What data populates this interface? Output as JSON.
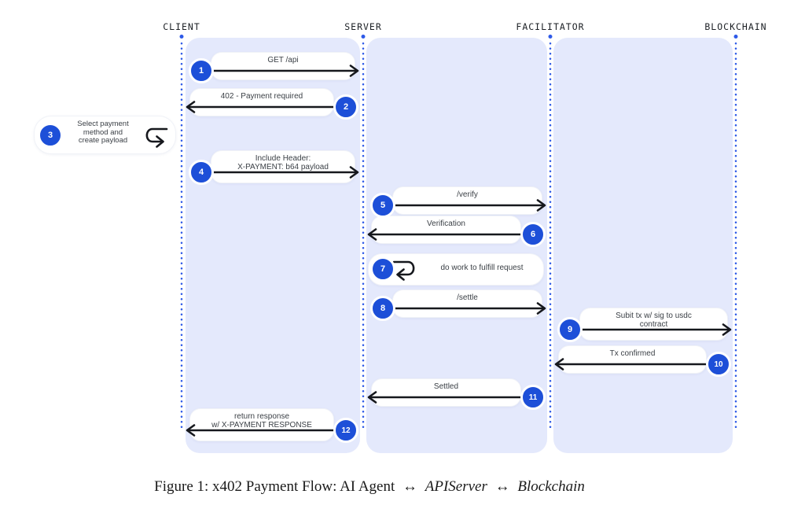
{
  "diagram": {
    "actors": [
      {
        "id": "client",
        "name": "CLIENT"
      },
      {
        "id": "server",
        "name": "SERVER"
      },
      {
        "id": "facilitator",
        "name": "FACILITATOR"
      },
      {
        "id": "blockchain",
        "name": "BLOCKCHAIN"
      }
    ],
    "messages": [
      {
        "n": 1,
        "kind": "message",
        "from": "client",
        "to": "server",
        "label": [
          "GET /api"
        ]
      },
      {
        "n": 2,
        "kind": "message",
        "from": "server",
        "to": "client",
        "label": [
          "402 - Payment required"
        ]
      },
      {
        "n": 3,
        "kind": "self",
        "actor": "client",
        "loop": "right",
        "label": [
          "Select payment",
          "method and",
          "create payload"
        ]
      },
      {
        "n": 4,
        "kind": "message",
        "from": "client",
        "to": "server",
        "label": [
          "Include Header:",
          "X-PAYMENT: b64 payload"
        ]
      },
      {
        "n": 5,
        "kind": "message",
        "from": "server",
        "to": "facilitator",
        "label": [
          "/verify"
        ]
      },
      {
        "n": 6,
        "kind": "message",
        "from": "facilitator",
        "to": "server",
        "label": [
          "Verification"
        ]
      },
      {
        "n": 7,
        "kind": "self",
        "actor": "server",
        "loop": "left",
        "label": [
          "do work to fulfill request"
        ]
      },
      {
        "n": 8,
        "kind": "message",
        "from": "server",
        "to": "facilitator",
        "label": [
          "/settle"
        ]
      },
      {
        "n": 9,
        "kind": "message",
        "from": "facilitator",
        "to": "blockchain",
        "label": [
          "Subit tx w/ sig to usdc",
          "contract"
        ]
      },
      {
        "n": 10,
        "kind": "message",
        "from": "blockchain",
        "to": "facilitator",
        "label": [
          "Tx confirmed"
        ]
      },
      {
        "n": 11,
        "kind": "message",
        "from": "facilitator",
        "to": "server",
        "label": [
          "Settled"
        ]
      },
      {
        "n": 12,
        "kind": "message",
        "from": "server",
        "to": "client",
        "label": [
          "return response",
          "w/ X-PAYMENT RESPONSE"
        ]
      }
    ],
    "icons": {
      "self_loop_right": "u-turn-arrow-right",
      "self_loop_left": "u-turn-arrow-left"
    },
    "colors": {
      "badge_accent": "#1d4fd8",
      "lane_panel": "#e4e9fc",
      "arrow": "#16181d",
      "lifeline_dot": "#2e5ae8",
      "label_box": "#ffffff",
      "label_text": "#3b4046"
    }
  },
  "caption": {
    "prefix": "Figure 1: x402 Payment Flow: AI Agent",
    "arrow": "↔",
    "api_server": "APIServer",
    "blockchain": "Blockchain"
  }
}
